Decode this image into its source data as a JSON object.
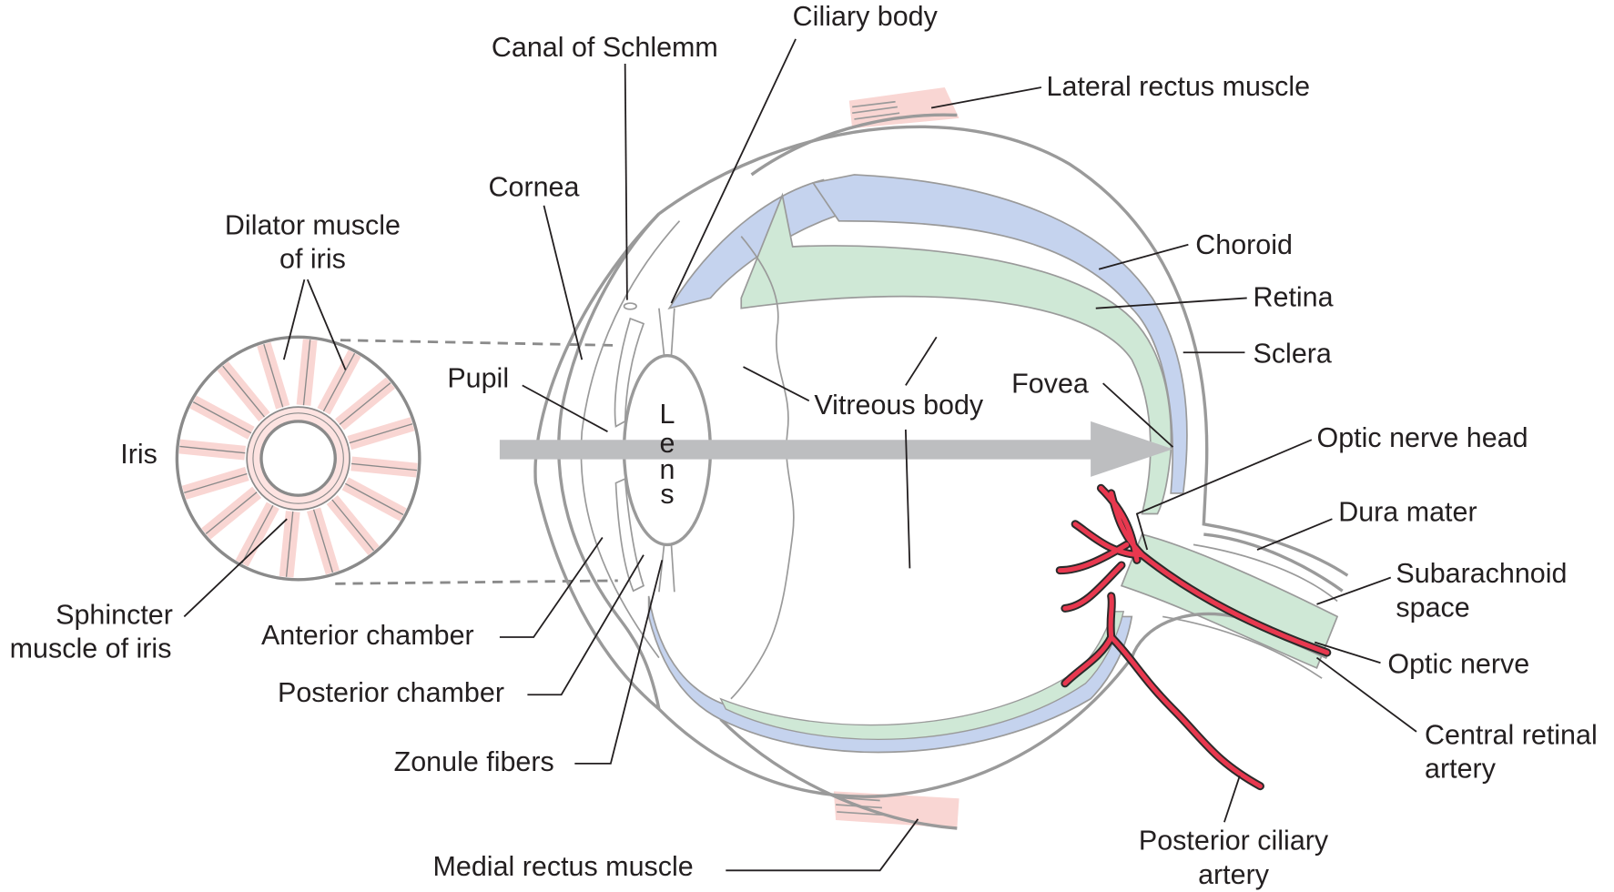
{
  "diagram": {
    "colors": {
      "choroid": "#c5d3ee",
      "retina": "#cfe8d6",
      "muscle": "#f9d6d3",
      "artery": "#e8384f",
      "outline": "#9a9a9a",
      "arrow": "#bdbec0",
      "text": "#231f20"
    },
    "labels": {
      "ciliary_body": "Ciliary body",
      "canal_of_schlemm": "Canal of Schlemm",
      "lateral_rectus": "Lateral rectus muscle",
      "cornea": "Cornea",
      "dilator_1": "Dilator muscle",
      "dilator_2": "of iris",
      "choroid": "Choroid",
      "retina": "Retina",
      "sclera": "Sclera",
      "pupil": "Pupil",
      "fovea": "Fovea",
      "vitreous_body": "Vitreous body",
      "optic_nerve_head": "Optic nerve head",
      "iris": "Iris",
      "lens_letters": [
        "L",
        "e",
        "n",
        "s"
      ],
      "dura_mater": "Dura mater",
      "subarachnoid_1": "Subarachnoid",
      "subarachnoid_2": "space",
      "sphincter_1": "Sphincter",
      "sphincter_2": "muscle of iris",
      "anterior_chamber": "Anterior chamber",
      "optic_nerve": "Optic nerve",
      "posterior_chamber": "Posterior chamber",
      "central_retinal_1": "Central retinal",
      "central_retinal_2": "artery",
      "zonule_fibers": "Zonule fibers",
      "medial_rectus": "Medial rectus muscle",
      "posterior_ciliary_1": "Posterior ciliary",
      "posterior_ciliary_2": "artery"
    }
  }
}
